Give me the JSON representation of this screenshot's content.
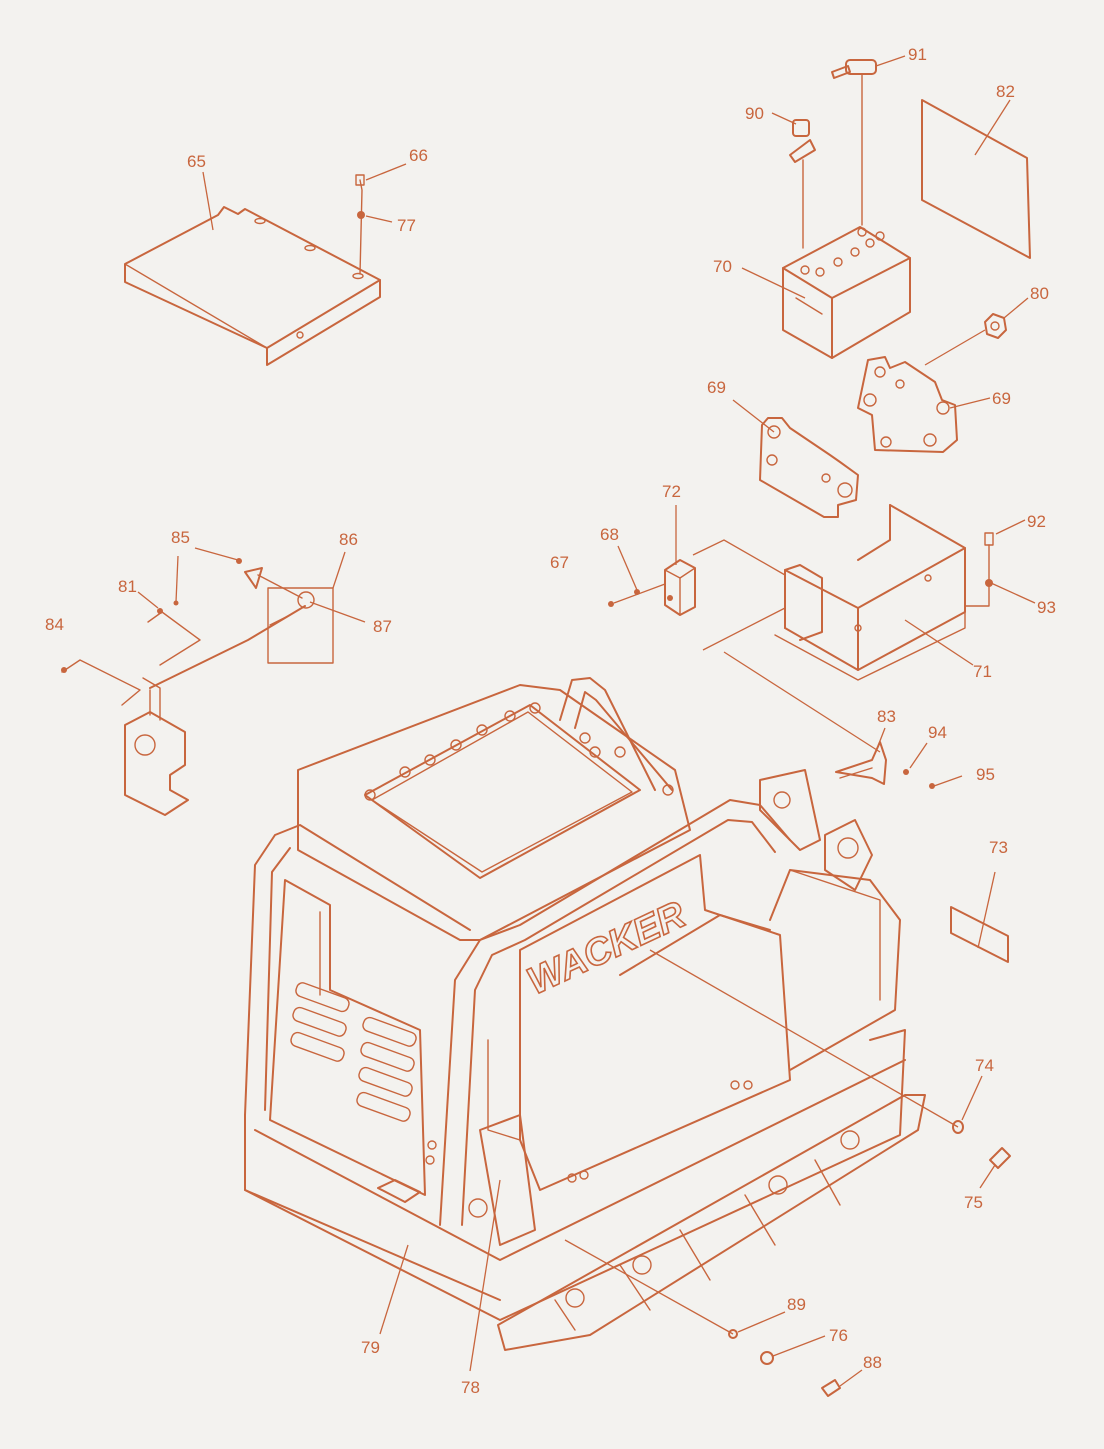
{
  "accent_color": "#c8663e",
  "background_color": "#f3f2ef",
  "brand_logo": "WACKER",
  "part_labels": [
    {
      "id": "l65",
      "text": "65"
    },
    {
      "id": "l66",
      "text": "66"
    },
    {
      "id": "l77",
      "text": "77"
    },
    {
      "id": "l91",
      "text": "91"
    },
    {
      "id": "l90",
      "text": "90"
    },
    {
      "id": "l82",
      "text": "82"
    },
    {
      "id": "l70",
      "text": "70"
    },
    {
      "id": "l80",
      "text": "80"
    },
    {
      "id": "l69a",
      "text": "69"
    },
    {
      "id": "l69b",
      "text": "69"
    },
    {
      "id": "l72",
      "text": "72"
    },
    {
      "id": "l68",
      "text": "68"
    },
    {
      "id": "l67",
      "text": "67"
    },
    {
      "id": "l92",
      "text": "92"
    },
    {
      "id": "l93",
      "text": "93"
    },
    {
      "id": "l71",
      "text": "71"
    },
    {
      "id": "l85",
      "text": "85"
    },
    {
      "id": "l86",
      "text": "86"
    },
    {
      "id": "l81",
      "text": "81"
    },
    {
      "id": "l87",
      "text": "87"
    },
    {
      "id": "l84",
      "text": "84"
    },
    {
      "id": "l83",
      "text": "83"
    },
    {
      "id": "l94",
      "text": "94"
    },
    {
      "id": "l95",
      "text": "95"
    },
    {
      "id": "l73",
      "text": "73"
    },
    {
      "id": "l74",
      "text": "74"
    },
    {
      "id": "l75",
      "text": "75"
    },
    {
      "id": "l79",
      "text": "79"
    },
    {
      "id": "l78",
      "text": "78"
    },
    {
      "id": "l89",
      "text": "89"
    },
    {
      "id": "l76",
      "text": "76"
    },
    {
      "id": "l88",
      "text": "88"
    }
  ]
}
